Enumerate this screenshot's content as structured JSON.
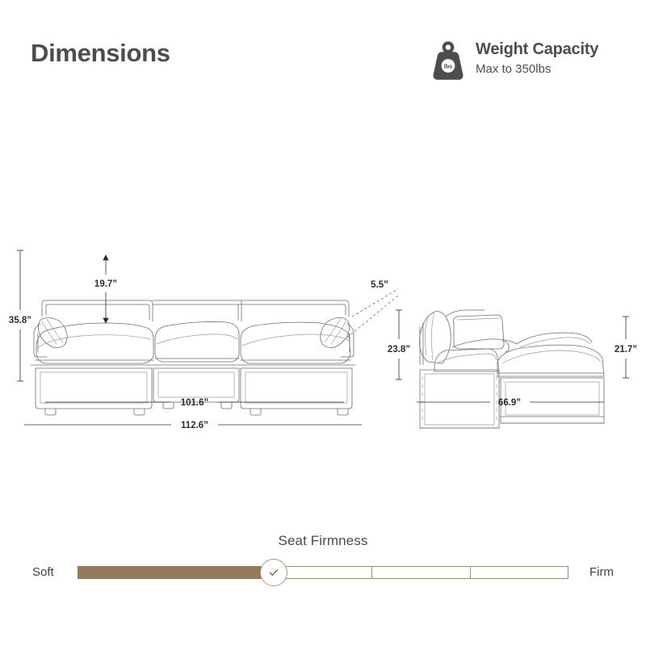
{
  "header": {
    "title": "Dimensions",
    "weight": {
      "icon": "weight-icon",
      "icon_label": "lbs",
      "title": "Weight Capacity",
      "subtitle": "Max to 350lbs"
    }
  },
  "front_view": {
    "name": "sofa-front-view",
    "dimensions": {
      "overall_height": "35.8”",
      "back_height": "19.7”",
      "arm_width": "5.5”",
      "seat_width": "101.6”",
      "overall_width": "112.6”"
    }
  },
  "side_view": {
    "name": "sofa-side-view",
    "dimensions": {
      "seat_back_height": "23.8”",
      "chaise_height": "21.7”",
      "overall_depth": "66.9”"
    }
  },
  "firmness": {
    "title": "Seat Firmness",
    "left_label": "Soft",
    "right_label": "Firm",
    "segments": 5,
    "filled_segments": 2,
    "value_position_percent": 40,
    "thumb_icon": "check-icon",
    "fill_color": "#957a57",
    "border_color": "#a98e6e"
  }
}
